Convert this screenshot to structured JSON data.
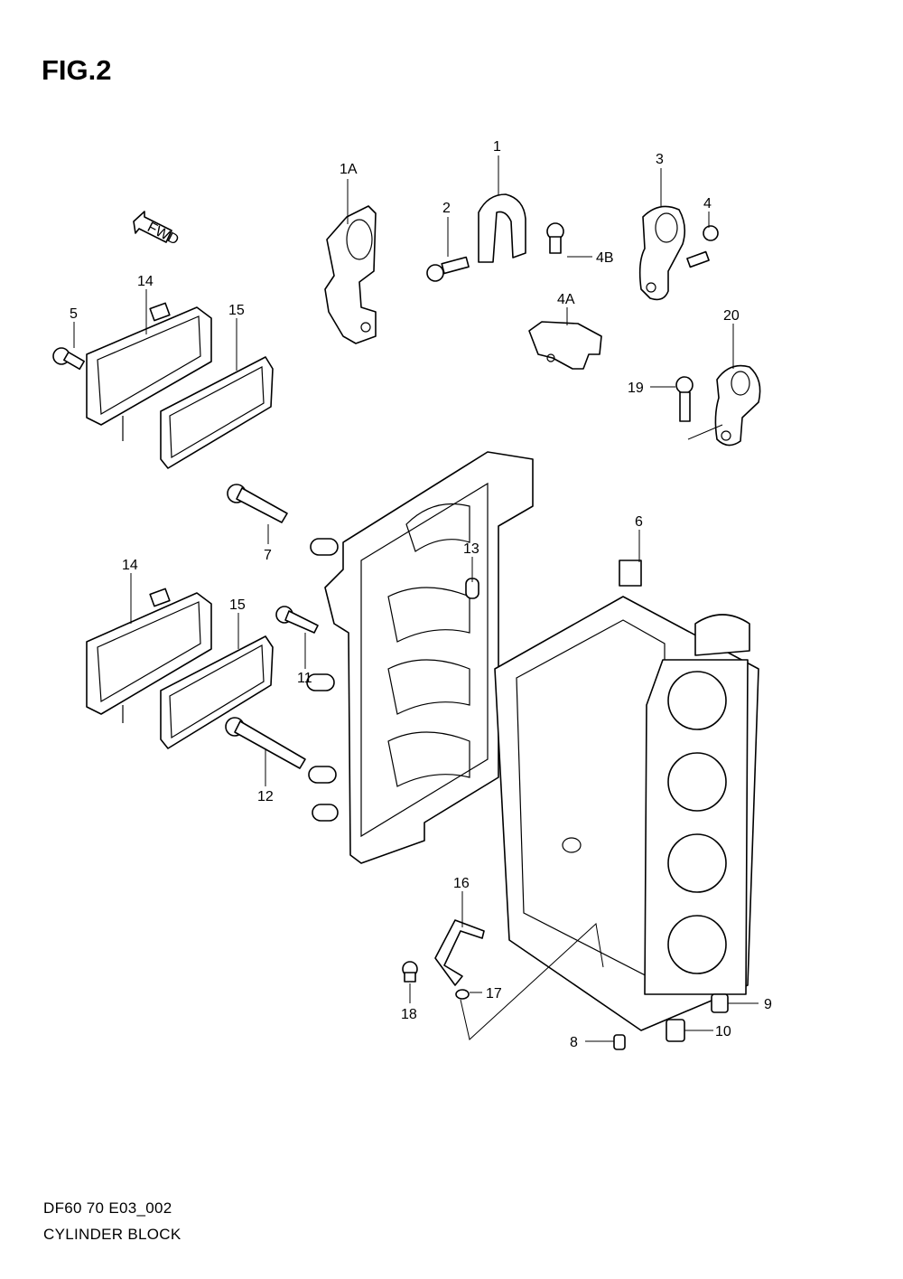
{
  "figure": {
    "title": "FIG.2",
    "drawing_code": "DF60 70 E03_002",
    "drawing_name": "CYLINDER BLOCK"
  },
  "direction_arrow": {
    "label": "FWD",
    "icon": "fwd-arrow-icon"
  },
  "callouts": [
    {
      "id": "1A",
      "label": "1A"
    },
    {
      "id": "1",
      "label": "1"
    },
    {
      "id": "2",
      "label": "2"
    },
    {
      "id": "3",
      "label": "3"
    },
    {
      "id": "4",
      "label": "4"
    },
    {
      "id": "4B",
      "label": "4B"
    },
    {
      "id": "4A",
      "label": "4A"
    },
    {
      "id": "14-top",
      "label": "14"
    },
    {
      "id": "5",
      "label": "5"
    },
    {
      "id": "15-top",
      "label": "15"
    },
    {
      "id": "20",
      "label": "20"
    },
    {
      "id": "19",
      "label": "19"
    },
    {
      "id": "7",
      "label": "7"
    },
    {
      "id": "6",
      "label": "6"
    },
    {
      "id": "13",
      "label": "13"
    },
    {
      "id": "14-bottom",
      "label": "14"
    },
    {
      "id": "15-bottom",
      "label": "15"
    },
    {
      "id": "11",
      "label": "11"
    },
    {
      "id": "12",
      "label": "12"
    },
    {
      "id": "16",
      "label": "16"
    },
    {
      "id": "17",
      "label": "17"
    },
    {
      "id": "18",
      "label": "18"
    },
    {
      "id": "9",
      "label": "9"
    },
    {
      "id": "10",
      "label": "10"
    },
    {
      "id": "8",
      "label": "8"
    }
  ]
}
